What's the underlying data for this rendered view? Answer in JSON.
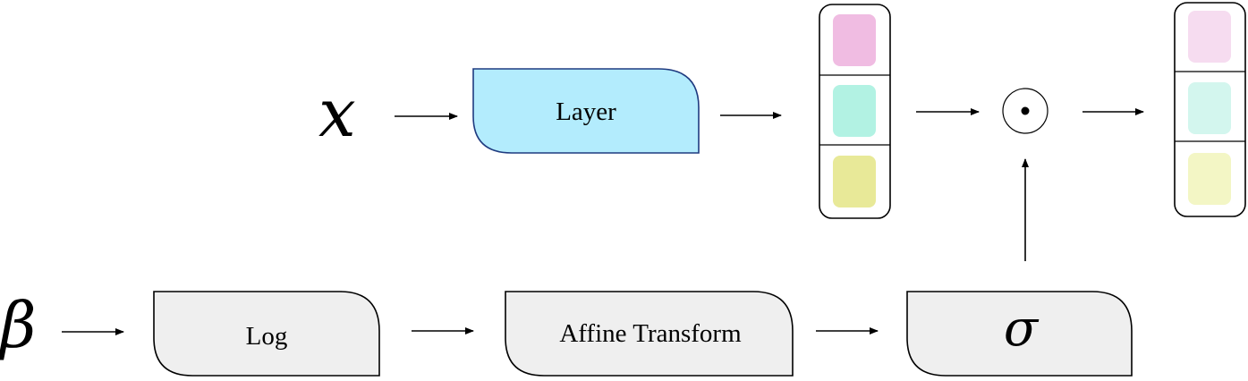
{
  "inputs": {
    "x_symbol": "x",
    "beta_symbol": "β"
  },
  "blocks": {
    "layer": {
      "label": "Layer",
      "fill": "#b3ecfd"
    },
    "log": {
      "label": "Log",
      "fill": "#efefef"
    },
    "affine": {
      "label": "Affine Transform",
      "fill": "#efefef"
    },
    "sigma": {
      "label": "σ",
      "fill": "#efefef"
    }
  },
  "operator": {
    "symbol": "⊙"
  },
  "vectors": {
    "left": {
      "cells": [
        "#f0bce2",
        "#b2f2e3",
        "#e8e998"
      ]
    },
    "right": {
      "cells": [
        "#f6dcf0",
        "#d3f6ee",
        "#f3f6c5"
      ]
    }
  }
}
